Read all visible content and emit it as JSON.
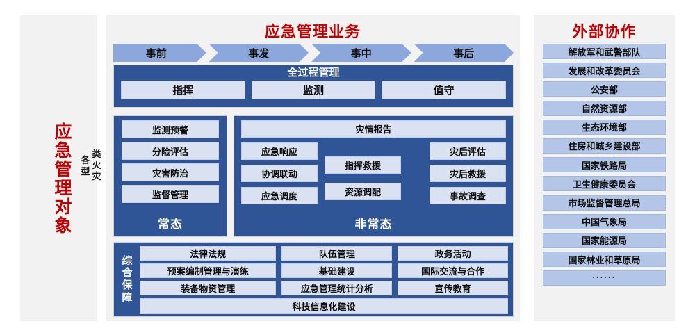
{
  "left_panel": {
    "title_vertical": [
      "应",
      "急",
      "管",
      "理",
      "对",
      "象"
    ],
    "subject_col_right": [
      "类",
      "火",
      "灾"
    ],
    "subject_col_left": [
      "各",
      "型"
    ],
    "subject_full": "各类型火灾",
    "title_color": "#C00000"
  },
  "middle_panel": {
    "title": "应急管理业务",
    "title_color": "#C00000",
    "phases": [
      {
        "label": "事前"
      },
      {
        "label": "事发"
      },
      {
        "label": "事中"
      },
      {
        "label": "事后"
      }
    ],
    "process": {
      "header": "全过程管理",
      "items": [
        "指挥",
        "监测",
        "值守"
      ]
    },
    "normal": {
      "label": "常态",
      "items": [
        "监测预警",
        "分险评估",
        "灾害防治",
        "监督管理"
      ]
    },
    "abnormal": {
      "label": "非常态",
      "top": "灾情报告",
      "col1": [
        "应急响应",
        "协调联动",
        "应急调度"
      ],
      "col2": [
        "指挥救援",
        "资源调配"
      ],
      "col3": [
        "灾后评估",
        "灾后救援",
        "事故调查"
      ]
    },
    "support": {
      "label_vertical": [
        "综",
        "合",
        "保",
        "障"
      ],
      "rows": [
        [
          "法律法规",
          "队伍管理",
          "政务活动"
        ],
        [
          "预案编制管理与演练",
          "基础建设",
          "国际交流与合作"
        ],
        [
          "装备物资管理",
          "应急管理统计分析",
          "宣传教育"
        ]
      ],
      "full_row": "科技信息化建设"
    }
  },
  "right_panel": {
    "title": "外部协作",
    "title_color": "#C00000",
    "items": [
      "解放军和武警部队",
      "发展和改革委员会",
      "公安部",
      "自然资源部",
      "生态环境部",
      "住房和城乡建设部",
      "国家铁路局",
      "卫生健康委员会",
      "市场监督管理总局",
      "中国气象局",
      "国家能源局",
      "国家林业和草原局",
      "······"
    ]
  },
  "colors": {
    "panel_bg": "#F2F2F2",
    "dark_blue": "#2F5597",
    "chevron_blue": "#8CA7DC",
    "light_box": "#DAE1F1",
    "ext_box": "#B4C6E7",
    "accent_red": "#C00000"
  }
}
